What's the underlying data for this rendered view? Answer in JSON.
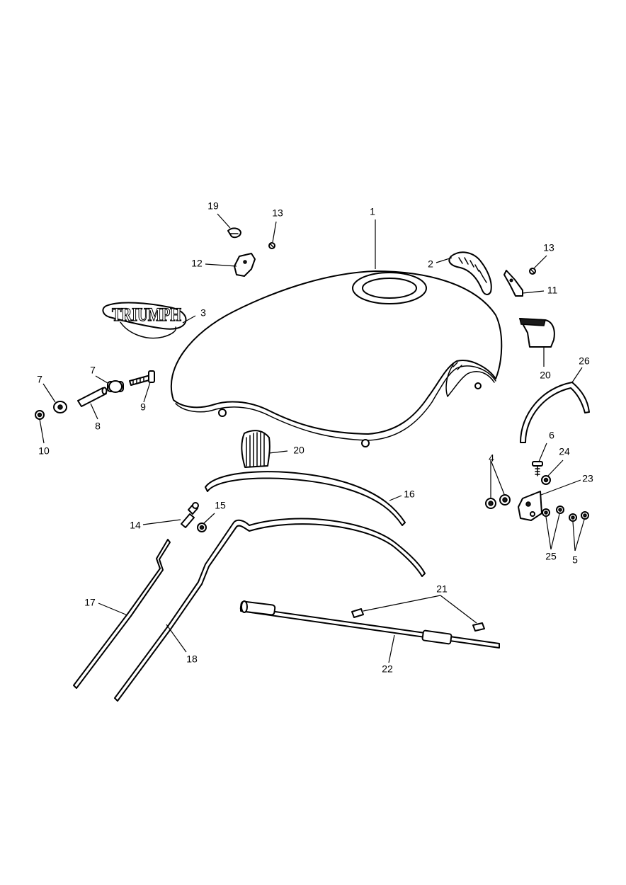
{
  "colors": {
    "ink": "#000000",
    "paper": "#ffffff"
  },
  "logo": {
    "text": "TRIUMPH"
  },
  "callouts": [
    {
      "id": "c1",
      "label": "1"
    },
    {
      "id": "c2",
      "label": "2"
    },
    {
      "id": "c3",
      "label": "3"
    },
    {
      "id": "c4",
      "label": "4"
    },
    {
      "id": "c5",
      "label": "5"
    },
    {
      "id": "c6",
      "label": "6"
    },
    {
      "id": "c7a",
      "label": "7"
    },
    {
      "id": "c7b",
      "label": "7"
    },
    {
      "id": "c8",
      "label": "8"
    },
    {
      "id": "c9",
      "label": "9"
    },
    {
      "id": "c10",
      "label": "10"
    },
    {
      "id": "c11",
      "label": "11"
    },
    {
      "id": "c12",
      "label": "12"
    },
    {
      "id": "c13a",
      "label": "13"
    },
    {
      "id": "c13b",
      "label": "13"
    },
    {
      "id": "c14",
      "label": "14"
    },
    {
      "id": "c15",
      "label": "15"
    },
    {
      "id": "c16",
      "label": "16"
    },
    {
      "id": "c17",
      "label": "17"
    },
    {
      "id": "c18",
      "label": "18"
    },
    {
      "id": "c19",
      "label": "19"
    },
    {
      "id": "c20a",
      "label": "20"
    },
    {
      "id": "c20b",
      "label": "20"
    },
    {
      "id": "c21",
      "label": "21"
    },
    {
      "id": "c22",
      "label": "22"
    },
    {
      "id": "c23",
      "label": "23"
    },
    {
      "id": "c24",
      "label": "24"
    },
    {
      "id": "c25",
      "label": "25"
    },
    {
      "id": "c26",
      "label": "26"
    }
  ]
}
